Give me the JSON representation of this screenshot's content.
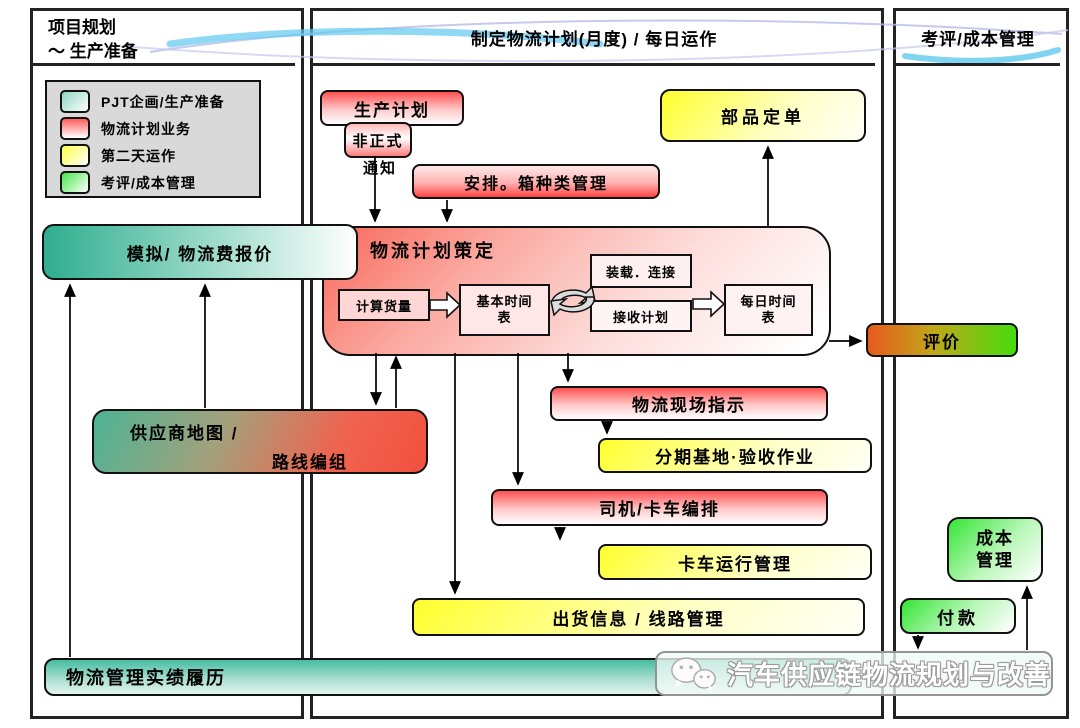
{
  "header": {
    "left_line1": "项目规划",
    "left_line2": "～  生产准备",
    "middle": "制定物流计划(月度)  / 每日运作",
    "right": "考评/成本管理"
  },
  "legend": {
    "items": [
      {
        "label": "PJT企画/生产准备",
        "color": "#8ed8c3"
      },
      {
        "label": "物流计划业务",
        "color": "#ff5c5c"
      },
      {
        "label": "第二天运作",
        "color": "#ffff49"
      },
      {
        "label": "考评/成本管理",
        "color": "#47e747"
      }
    ]
  },
  "flow": {
    "production_plan": "生产计划",
    "informal_notice_top": "非正式",
    "informal_notice_bottom": "通知",
    "arrangement": "安排。箱种类管理",
    "parts_order": "部品定单",
    "simulation_quote": "模拟/ 物流费报价",
    "logistics_planning": {
      "title": "物流计划策定",
      "calc_cargo": "计算货量",
      "basic_timetable": "基本时间\n表",
      "loading_connect": "装载．连接",
      "receive_plan": "接收计划",
      "daily_timetable": "每日时间\n表"
    },
    "evaluation": "评价",
    "site_instruction": "物流现场指示",
    "staging_acceptance": "分期基地·验收作业",
    "supplier_map_line1": "供应商地图 /",
    "supplier_map_line2": "路线编组",
    "driver_truck": "司机/卡车编排",
    "truck_ops": "卡车运行管理",
    "shipping_info": "出货信息 / 线路管理",
    "history_bar": "物流管理实绩履历",
    "cost_mgmt": "成本\n管理",
    "payment": "付款"
  },
  "watermark": {
    "text": "汽车供应链物流规划与改善"
  }
}
